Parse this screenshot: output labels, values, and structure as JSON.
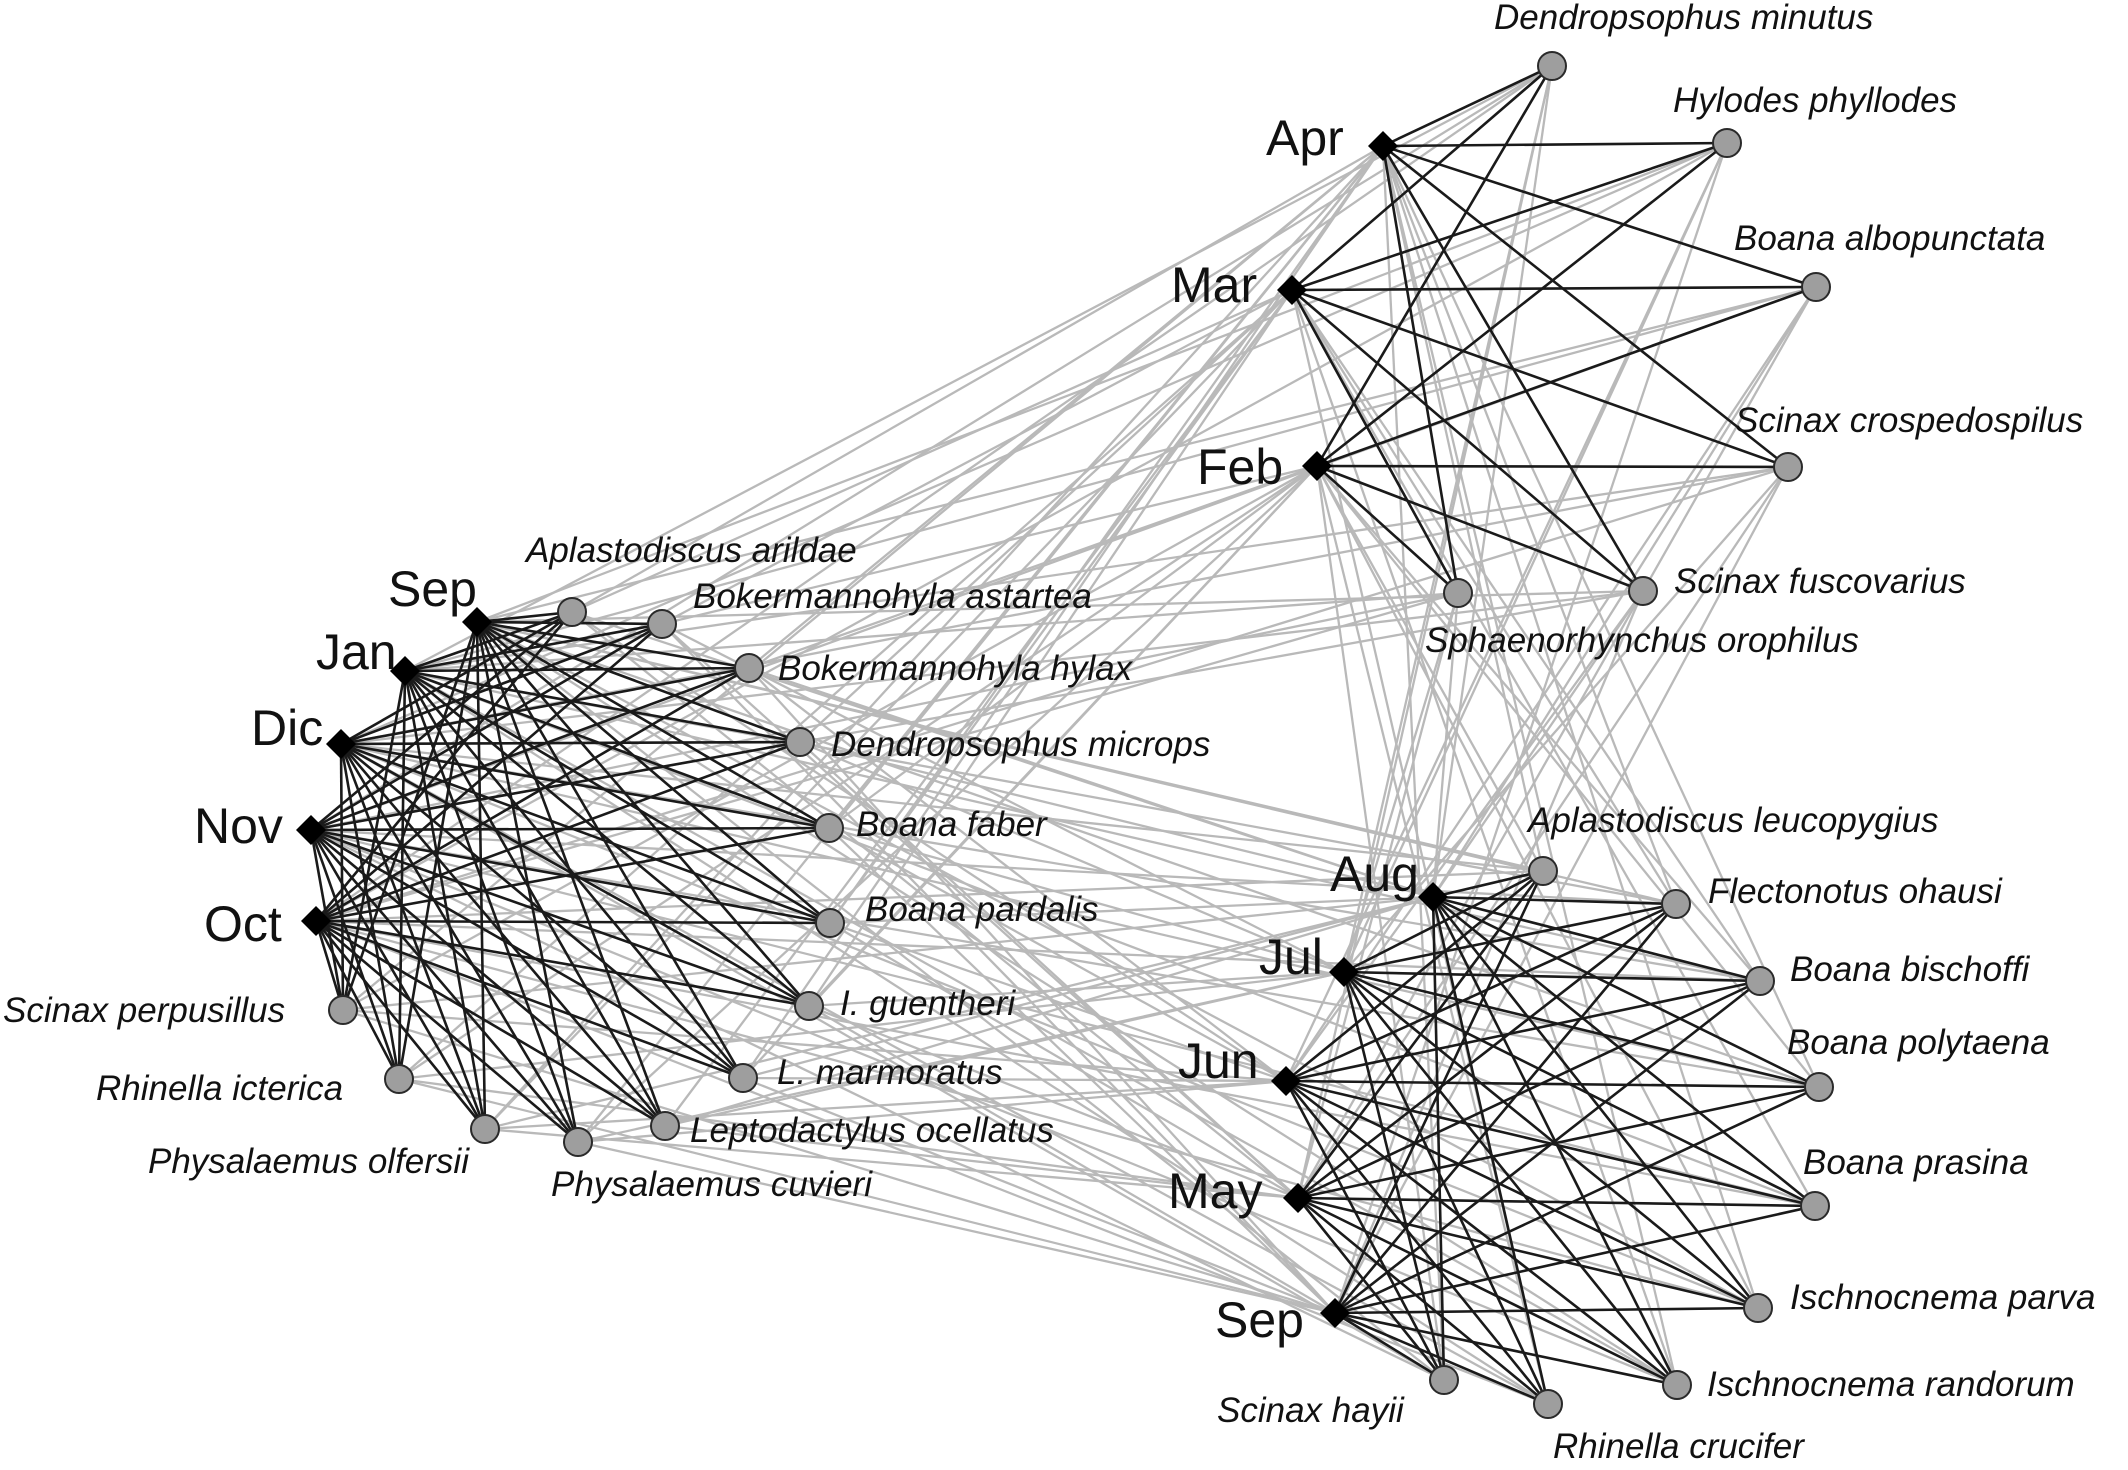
{
  "diagram": {
    "type": "bipartite-network",
    "colors": {
      "within_cluster_edge": "#1a1a1a",
      "between_cluster_edge": "#b9b9b9",
      "species_node": "#9e9e9e",
      "month_node": "#000000"
    },
    "clusters": [
      {
        "id": "A",
        "months": [
          {
            "id": "m-sep-a",
            "label": "Sep"
          },
          {
            "id": "m-jan",
            "label": "Jan"
          },
          {
            "id": "m-dic",
            "label": "Dic"
          },
          {
            "id": "m-nov",
            "label": "Nov"
          },
          {
            "id": "m-oct",
            "label": "Oct"
          }
        ],
        "species": [
          {
            "id": "s-aarildae",
            "label": "Aplastodiscus arildae"
          },
          {
            "id": "s-bastartea",
            "label": "Bokermannohyla astartea"
          },
          {
            "id": "s-bhylax",
            "label": "Bokermannohyla hylax"
          },
          {
            "id": "s-dmicrops",
            "label": "Dendropsophus microps"
          },
          {
            "id": "s-bfaber",
            "label": "Boana faber"
          },
          {
            "id": "s-bpardalis",
            "label": "Boana pardalis"
          },
          {
            "id": "s-iguentheri",
            "label": "I. guentheri"
          },
          {
            "id": "s-lmarmoratus",
            "label": "L. marmoratus"
          },
          {
            "id": "s-locellatus",
            "label": "Leptodactylus ocellatus"
          },
          {
            "id": "s-pcuvieri",
            "label": "Physalaemus cuvieri"
          },
          {
            "id": "s-polfersii",
            "label": "Physalaemus olfersii"
          },
          {
            "id": "s-ricterica",
            "label": "Rhinella icterica"
          },
          {
            "id": "s-sperpusillus",
            "label": "Scinax perpusillus"
          }
        ]
      },
      {
        "id": "B",
        "months": [
          {
            "id": "m-apr",
            "label": "Apr"
          },
          {
            "id": "m-mar",
            "label": "Mar"
          },
          {
            "id": "m-feb",
            "label": "Feb"
          }
        ],
        "species": [
          {
            "id": "s-dminutus",
            "label": "Dendropsophus minutus"
          },
          {
            "id": "s-hphyllodes",
            "label": "Hylodes phyllodes"
          },
          {
            "id": "s-balbopunctata",
            "label": "Boana albopunctata"
          },
          {
            "id": "s-scrospedospilus",
            "label": "Scinax crospedospilus"
          },
          {
            "id": "s-sfuscovarius",
            "label": "Scinax fuscovarius"
          },
          {
            "id": "s-sorophilus",
            "label": "Sphaenorhynchus orophilus"
          }
        ]
      },
      {
        "id": "C",
        "months": [
          {
            "id": "m-aug",
            "label": "Aug"
          },
          {
            "id": "m-jul",
            "label": "Jul"
          },
          {
            "id": "m-jun",
            "label": "Jun"
          },
          {
            "id": "m-may",
            "label": "May"
          },
          {
            "id": "m-sep-c",
            "label": "Sep"
          }
        ],
        "species": [
          {
            "id": "s-aleucopygius",
            "label": "Aplastodiscus leucopygius"
          },
          {
            "id": "s-fohausi",
            "label": "Flectonotus ohausi"
          },
          {
            "id": "s-bbischoffi",
            "label": "Boana bischoffi"
          },
          {
            "id": "s-bpolytaena",
            "label": "Boana polytaena"
          },
          {
            "id": "s-bprasina",
            "label": "Boana prasina"
          },
          {
            "id": "s-iparva",
            "label": "Ischnocnema parva"
          },
          {
            "id": "s-irandorum",
            "label": "Ischnocnema  randorum"
          },
          {
            "id": "s-rcrucifer",
            "label": "Rhinella crucifer"
          },
          {
            "id": "s-shayii",
            "label": "Scinax hayii"
          }
        ]
      }
    ]
  }
}
